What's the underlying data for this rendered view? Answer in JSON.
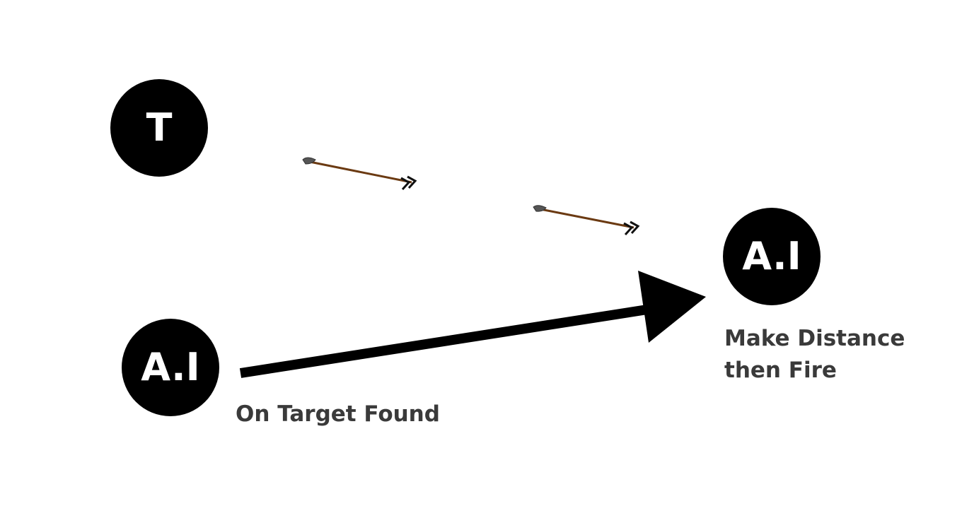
{
  "nodes": {
    "target": {
      "label": "T"
    },
    "ai_start": {
      "label": "A.I"
    },
    "ai_end": {
      "label": "A.I"
    }
  },
  "captions": {
    "on_target_found": "On Target Found",
    "make_distance_line1": "Make Distance",
    "make_distance_line2": "then Fire"
  },
  "colors": {
    "node_fill": "#000000",
    "node_text": "#ffffff",
    "caption_text": "#3a3a3a",
    "movement_arrow": "#000000",
    "projectile_shaft": "#6b3a12",
    "projectile_tip": "#555555",
    "projectile_fletching": "#111111"
  }
}
